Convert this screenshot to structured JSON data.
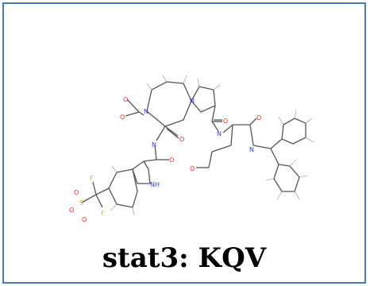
{
  "figure": {
    "caption": "stat3: KQV",
    "atoms": {
      "nitrogen": "N",
      "nh": "NH",
      "oxygen": "O",
      "fluorine": "F",
      "sulfur": "S",
      "hydrogen": "H"
    }
  },
  "colors": {
    "border": "#4a7ab8",
    "bond": "#555555",
    "nitrogen": "#2f3fd0",
    "oxygen": "#e0302a",
    "sulfur": "#d9b020",
    "fluorine": "#8fd14a",
    "hydrogen": "#888888"
  }
}
